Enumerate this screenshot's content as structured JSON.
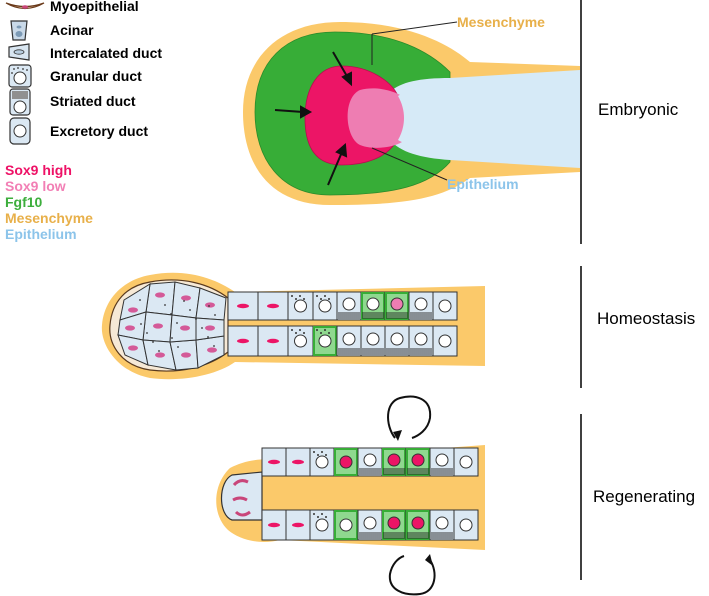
{
  "legend": {
    "cell_types": [
      "Myoepithelial",
      "Acinar",
      "Intercalated duct",
      "Granular duct",
      "Striated duct",
      "Excretory duct"
    ],
    "color_key": [
      {
        "label": "Sox9 high",
        "color": "#ee1166"
      },
      {
        "label": "Sox9 low",
        "color": "#f27fb5"
      },
      {
        "label": "Fgf10",
        "color": "#3cae3c"
      },
      {
        "label": "Mesenchyme",
        "color": "#e8b04a"
      },
      {
        "label": "Epithelium",
        "color": "#8cc4ea"
      }
    ]
  },
  "stages": [
    "Embryonic",
    "Homeostasis",
    "Regenerating"
  ],
  "embryonic_labels": {
    "mesenchyme": "Mesenchyme",
    "epithelium": "Epithelium"
  },
  "colors": {
    "sox9_high": "#ec1566",
    "sox9_low": "#ee7db2",
    "fgf10": "#37ad37",
    "mesenchyme": "#fbc96a",
    "epithelium": "#d6eaf7",
    "cell_fill": "#dbe8f3"
  }
}
